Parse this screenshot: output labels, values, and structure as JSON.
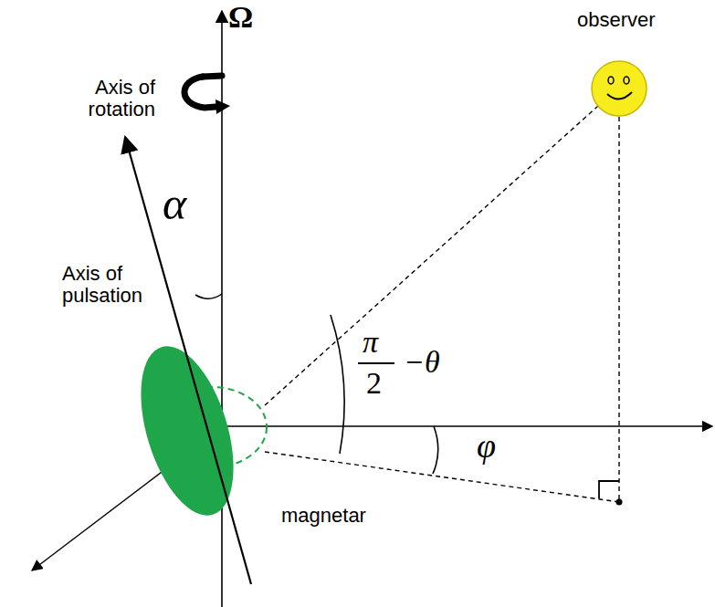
{
  "diagram": {
    "labels": [
      "Ω",
      "Axis of rotation",
      "α",
      "Axis of pulsation",
      "observer",
      "π",
      "2",
      "−θ",
      "φ",
      "magnetar"
    ]
  }
}
